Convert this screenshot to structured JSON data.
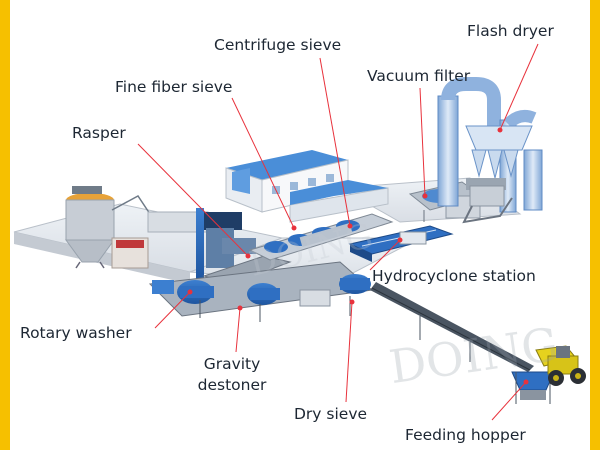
{
  "theme": {
    "frame_color": "#f6c000",
    "leader_color": "#e8323c",
    "steel_blue": "#2f6fc2",
    "pale_blue": "#9fc4ec",
    "loader_yellow": "#e6d21e"
  },
  "labels": {
    "flash_dryer": "Flash dryer",
    "centrifuge_sieve": "Centrifuge sieve",
    "vacuum_filter": "Vacuum filter",
    "fine_fiber_sieve": "Fine fiber sieve",
    "rasper": "Rasper",
    "hydrocyclone_station": "Hydrocyclone station",
    "rotary_washer": "Rotary washer",
    "gravity_destoner_line1": "Gravity",
    "gravity_destoner_line2": "destoner",
    "dry_sieve": "Dry sieve",
    "feeding_hopper": "Feeding hopper"
  },
  "icons": [
    "wheel-loader-icon",
    "watermark-logo-icon"
  ]
}
